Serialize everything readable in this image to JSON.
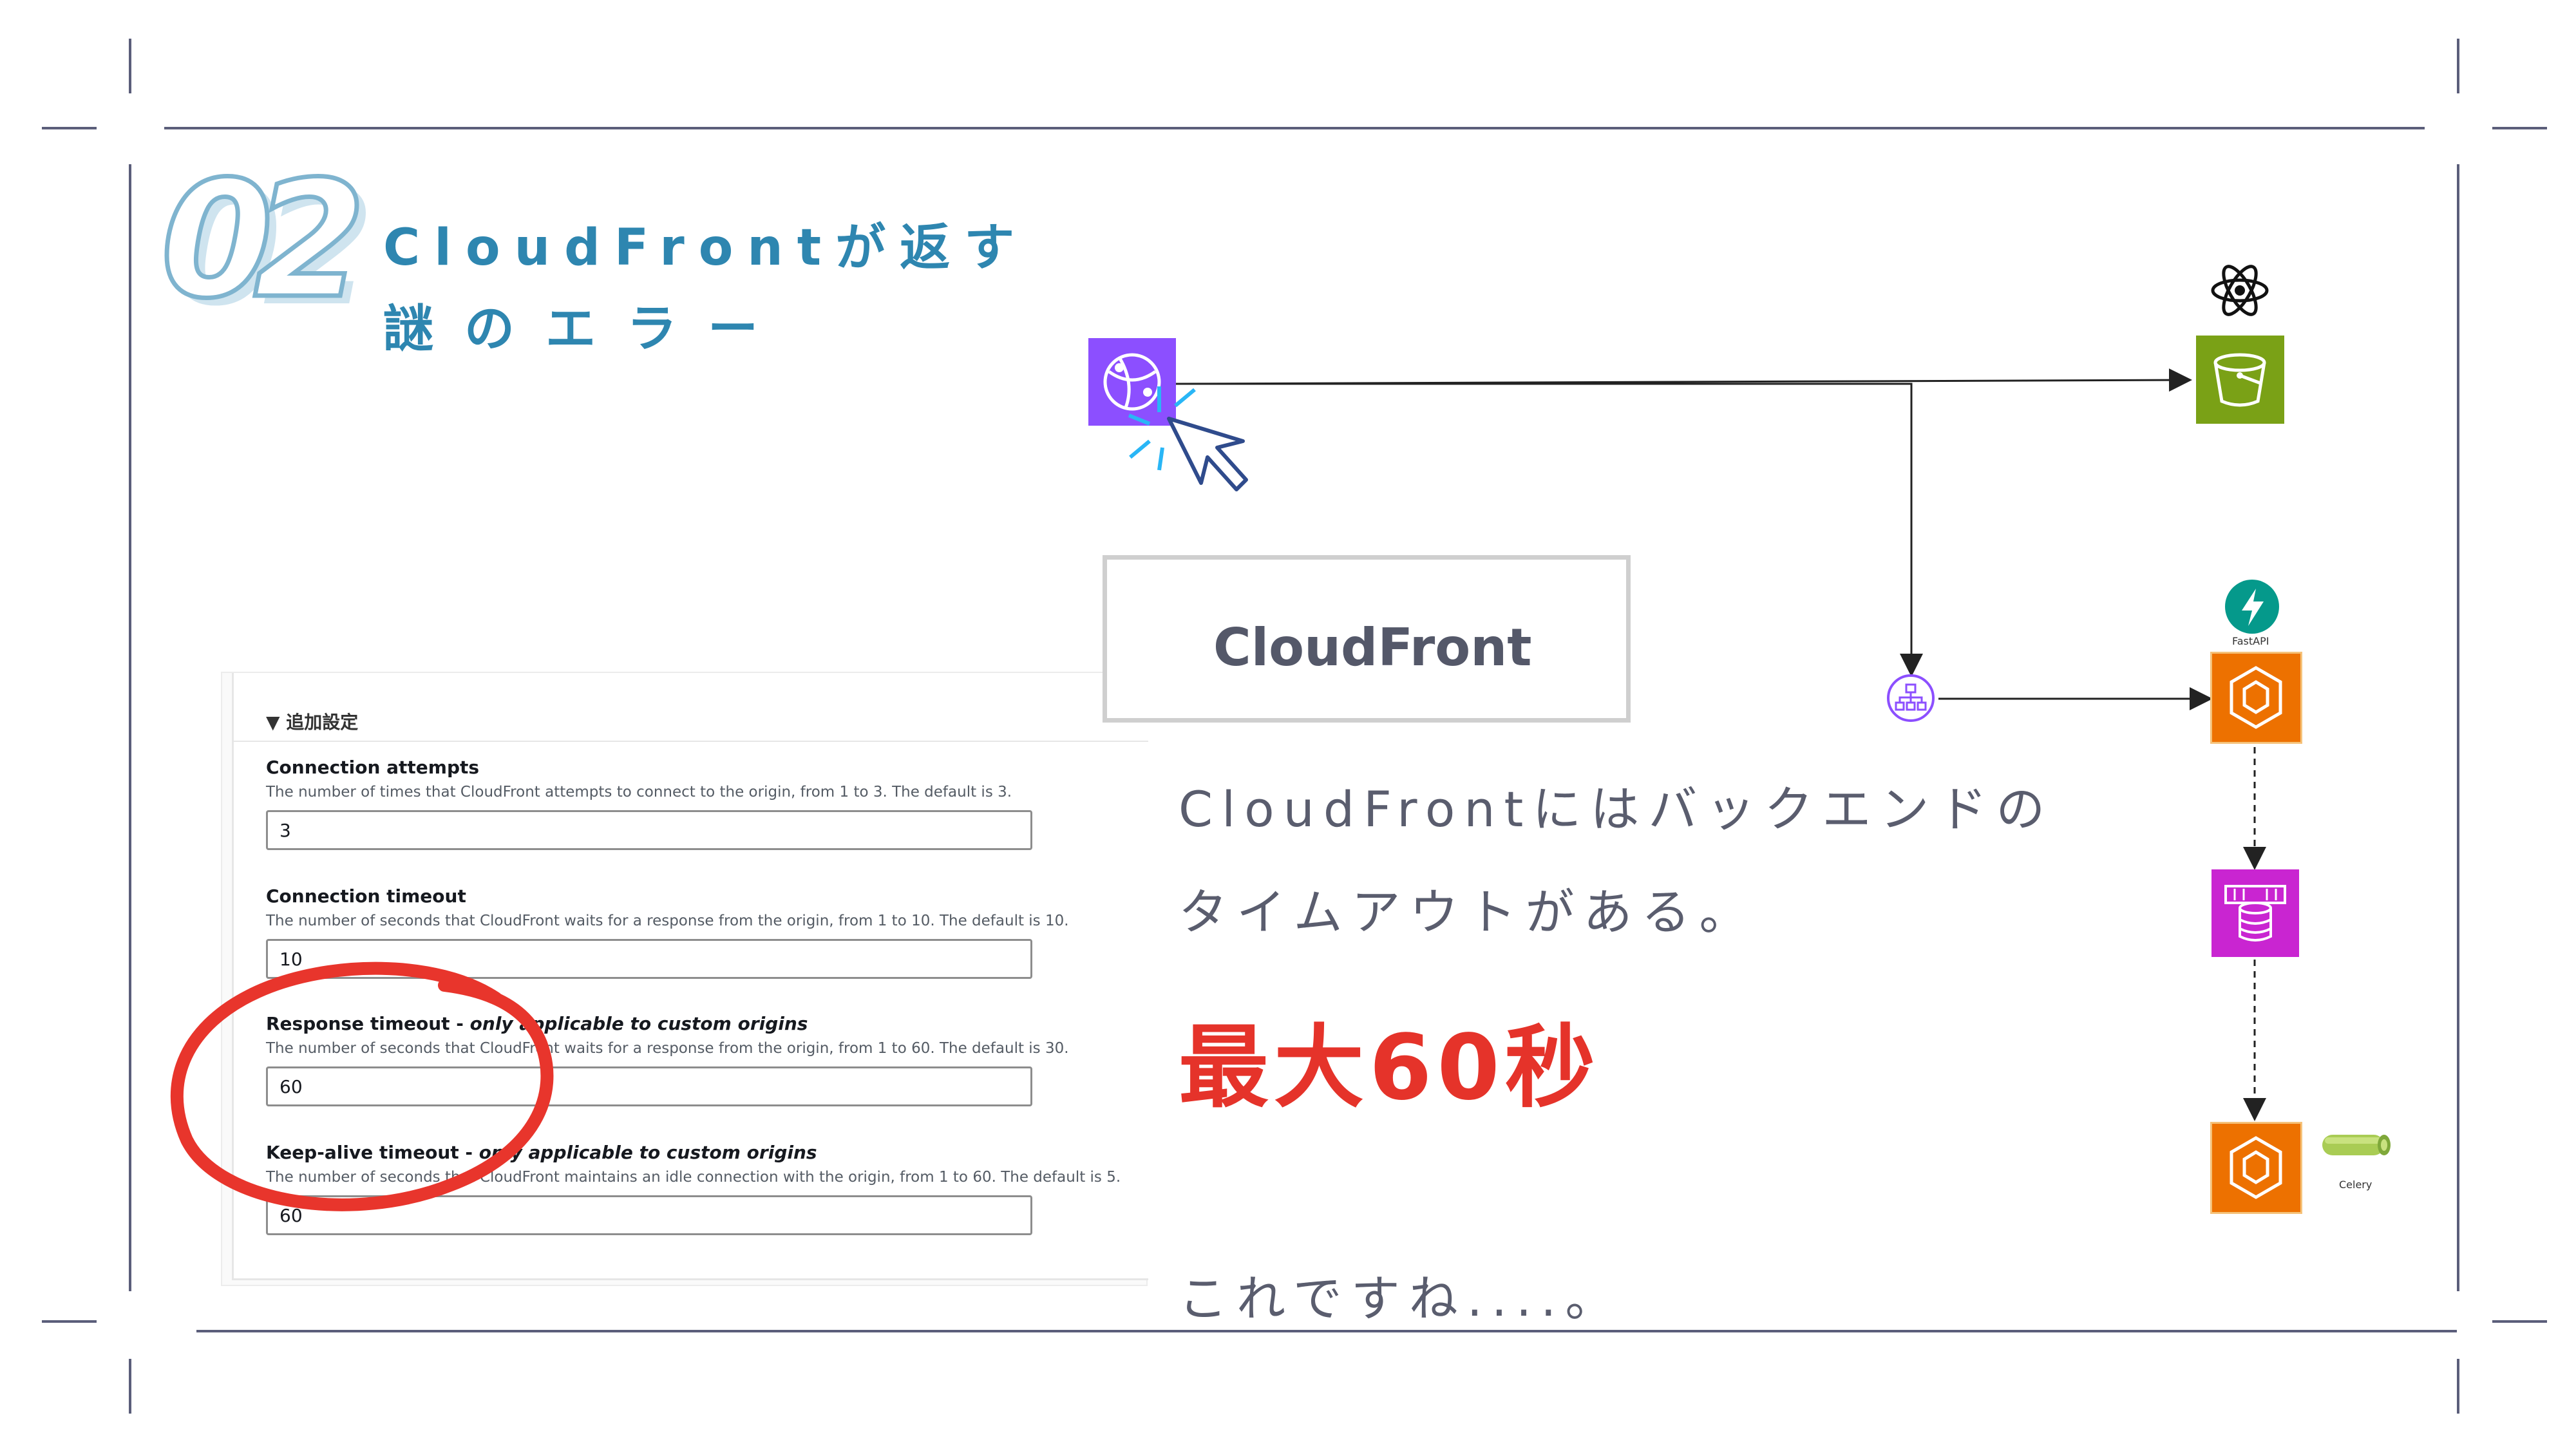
{
  "heading": {
    "number": "02",
    "line1": "CloudFrontが返す",
    "line2": "謎のエラー"
  },
  "settings_panel": {
    "section_title": "▼ 追加設定",
    "fields": [
      {
        "label": "Connection attempts",
        "label_suffix": "",
        "description": "The number of times that CloudFront attempts to connect to the origin, from 1 to 3. The default is 3.",
        "value": "3"
      },
      {
        "label": "Connection timeout",
        "label_suffix": "",
        "description": "The number of seconds that CloudFront waits for a response from the origin, from 1 to 10. The default is 10.",
        "value": "10"
      },
      {
        "label": "Response timeout - ",
        "label_suffix": "only applicable to custom origins",
        "description": "The number of seconds that CloudFront waits for a response from the origin, from 1 to 60. The default is 30.",
        "value": "60"
      },
      {
        "label": "Keep-alive timeout - ",
        "label_suffix": "only applicable to custom origins",
        "description": "The number of seconds that CloudFront maintains an idle connection with the origin, from 1 to 60. The default is 5.",
        "value": "60"
      }
    ]
  },
  "cloudfront_label": "CloudFront",
  "body": {
    "line1": "CloudFrontにはバックエンドの",
    "line2": "タイムアウトがある。",
    "emphasis": "最大60秒",
    "closing": "これですね....。"
  },
  "diagram": {
    "fastapi_label": "FastAPI",
    "celery_label": "Celery"
  },
  "colors": {
    "heading": "#2e86b0",
    "emphasis": "#e5332a",
    "circle_annotation": "#e8352c",
    "cloudfront_icon": "#8c4fff",
    "s3_icon": "#7aa116",
    "ecs_icon": "#ed7100",
    "database_icon": "#c925d1",
    "fastapi_icon": "#05998b",
    "celery_icon": "#a9cc54",
    "frame": "#5b5e7a"
  },
  "icons": [
    "cloudfront-icon",
    "cursor-click-icon",
    "react-icon",
    "s3-bucket-icon",
    "fastapi-icon",
    "load-balancer-icon",
    "ecs-container-icon",
    "elasticache-icon",
    "ecs-worker-icon",
    "celery-icon"
  ]
}
